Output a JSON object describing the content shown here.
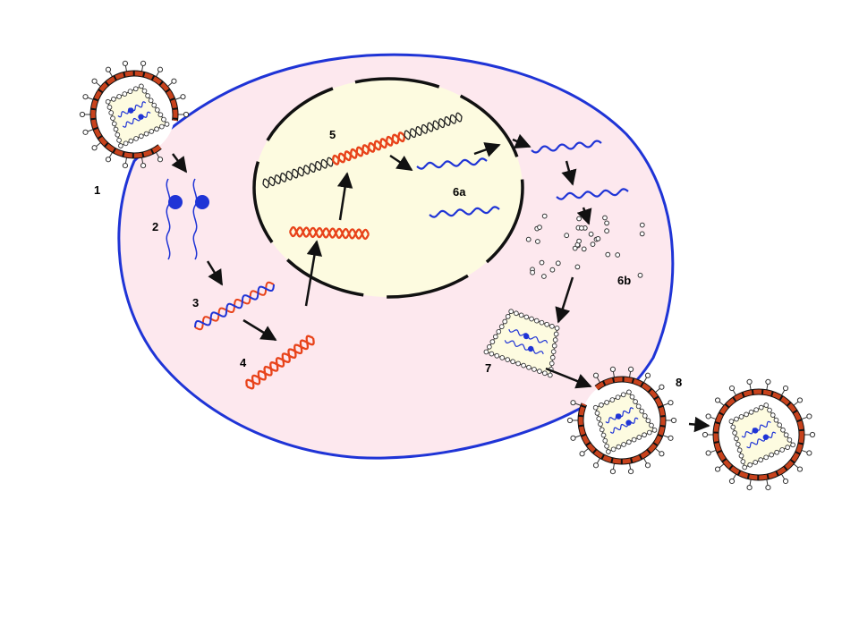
{
  "diagram": {
    "steps": [
      {
        "id": "1",
        "label": "1"
      },
      {
        "id": "2",
        "label": "2"
      },
      {
        "id": "3",
        "label": "3"
      },
      {
        "id": "4",
        "label": "4"
      },
      {
        "id": "5",
        "label": "5"
      },
      {
        "id": "6a",
        "label": "6a"
      },
      {
        "id": "6b",
        "label": "6b"
      },
      {
        "id": "7",
        "label": "7"
      },
      {
        "id": "8",
        "label": "8"
      }
    ]
  },
  "colors": {
    "cell_fill": "#fde8ee",
    "cell_border": "#1f34d6",
    "nucleus_fill": "#fdfbe0",
    "viral_dna": "#e8431a",
    "rna": "#1f34d6",
    "host_dna": "#222222",
    "envelope": "#c8421c",
    "capsid_fill": "#fdfbe0"
  }
}
